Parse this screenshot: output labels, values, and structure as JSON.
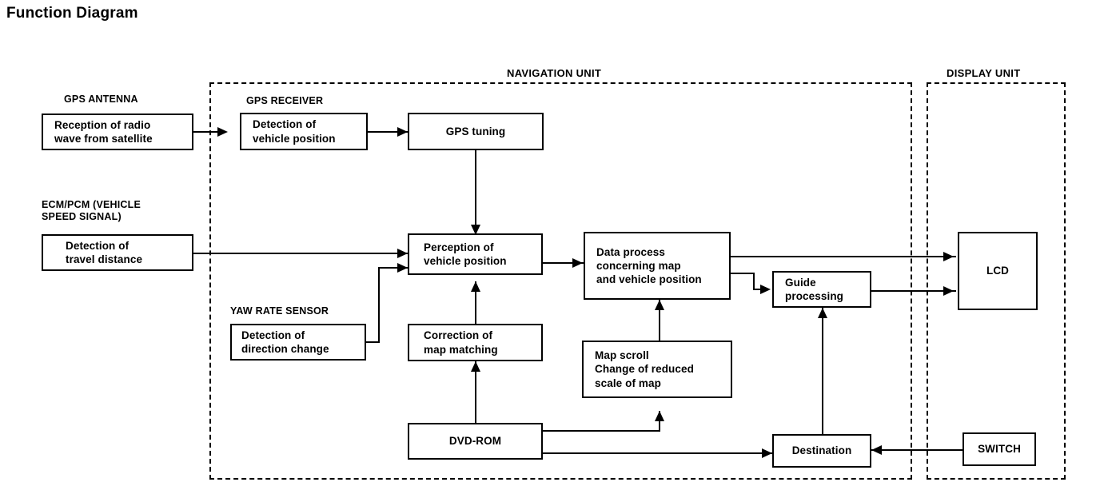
{
  "page": {
    "title": "Function Diagram"
  },
  "groups": [
    {
      "id": "navigation-unit",
      "label": "NAVIGATION UNIT"
    },
    {
      "id": "display-unit",
      "label": "DISPLAY UNIT"
    }
  ],
  "captions": [
    {
      "id": "gps-antenna",
      "label": "GPS ANTENNA"
    },
    {
      "id": "ecm-pcm",
      "label": "ECM/PCM (VEHICLE\nSPEED SIGNAL)"
    },
    {
      "id": "gps-receiver",
      "label": "GPS RECEIVER"
    },
    {
      "id": "yaw-rate-sensor",
      "label": "YAW RATE SENSOR"
    }
  ],
  "boxes": {
    "reception": "Reception of radio\nwave from satellite",
    "travel_distance": "Detection of\ntravel distance",
    "detection_vehicle_position": "Detection of\nvehicle position",
    "gps_tuning": "GPS tuning",
    "direction_change": "Detection of\ndirection change",
    "perception": "Perception of\nvehicle position",
    "correction": "Correction of\nmap matching",
    "data_process": "Data process\nconcerning map\nand vehicle position",
    "map_scroll": "Map scroll\nChange of reduced\nscale of map",
    "guide_processing": "Guide\nprocessing",
    "dvd_rom": "DVD-ROM",
    "destination": "Destination",
    "lcd": "LCD",
    "switch": "SWITCH"
  }
}
